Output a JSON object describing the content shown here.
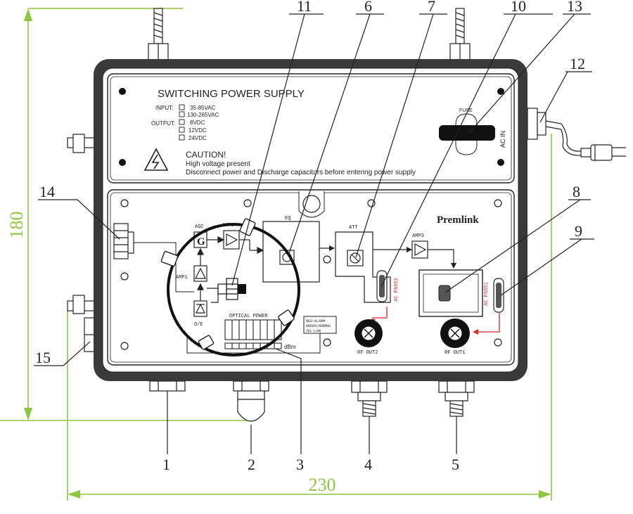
{
  "dimensions": {
    "height": "180",
    "width": "230"
  },
  "callouts": [
    "1",
    "2",
    "3",
    "4",
    "5",
    "6",
    "7",
    "8",
    "9",
    "10",
    "11",
    "12",
    "13",
    "14",
    "15"
  ],
  "power_supply": {
    "title": "SWITCHING POWER SUPPLY",
    "input_label": "INPUT:",
    "output_label": "OUTPUT:",
    "input_options": [
      "35-85VAC",
      "130-265VAC"
    ],
    "output_options": [
      "8VDC",
      "12VDC",
      "24VDC"
    ],
    "caution_title": "CAUTION!",
    "caution_line1": "High voltage present",
    "caution_line2": "Disconnect power and Discharge capacitors before entering power supply",
    "fuse_label": "FUSE",
    "ac_in_label": "AC IN"
  },
  "module": {
    "brand": "Premlink",
    "agc": "AGC",
    "agc_letter": "G",
    "amp2": "AMP2",
    "amp1": "AMP1",
    "oe": "O/E",
    "eq": "EQ",
    "att": "ATT",
    "amp3": "AMP3",
    "optical_power": "OPTICAL POWER",
    "dbm": "dBm",
    "legend_lines": [
      "RED:ALARM",
      "GREEN:NORMAL",
      "YEL:LOW"
    ],
    "ac_pass2": "AC PASS2",
    "ac_pass1": "AC PASS1",
    "rf_out2": "RF OUT2",
    "rf_out1": "RF OUT1"
  },
  "colors": {
    "dimension": "#8dc63f",
    "signal": "#e0262b",
    "housing": "#3a3a3a"
  }
}
